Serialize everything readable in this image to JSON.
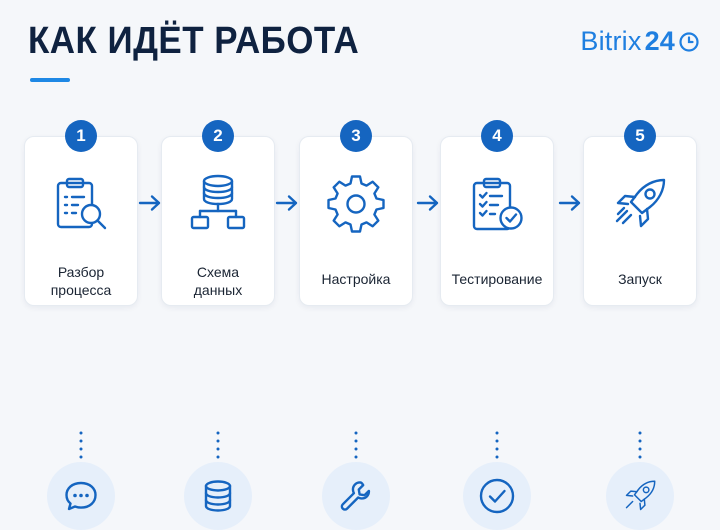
{
  "header": {
    "title": "КАК ИДЁТ РАБОТА",
    "logo_text": "Bitrix",
    "logo_number": "24",
    "accent_color": "#1e88e5"
  },
  "steps": [
    {
      "number": "1",
      "label": "Разбор\nпроцесса",
      "icon": "clipboard-search-icon",
      "bottom_icon": "chat-bubble-icon"
    },
    {
      "number": "2",
      "label": "Схема\nданных",
      "icon": "database-schema-icon",
      "bottom_icon": "database-icon"
    },
    {
      "number": "3",
      "label": "Настройка",
      "icon": "gear-icon",
      "bottom_icon": "wrench-icon"
    },
    {
      "number": "4",
      "label": "Тестирование",
      "icon": "checklist-clipboard-icon",
      "bottom_icon": "check-circle-icon"
    },
    {
      "number": "5",
      "label": "Запуск",
      "icon": "rocket-icon",
      "bottom_icon": "rocket-icon"
    }
  ],
  "colors": {
    "badge": "#1565c0",
    "icon": "#1565c0",
    "circle_bg": "#e6effa",
    "title": "#0f2240"
  }
}
